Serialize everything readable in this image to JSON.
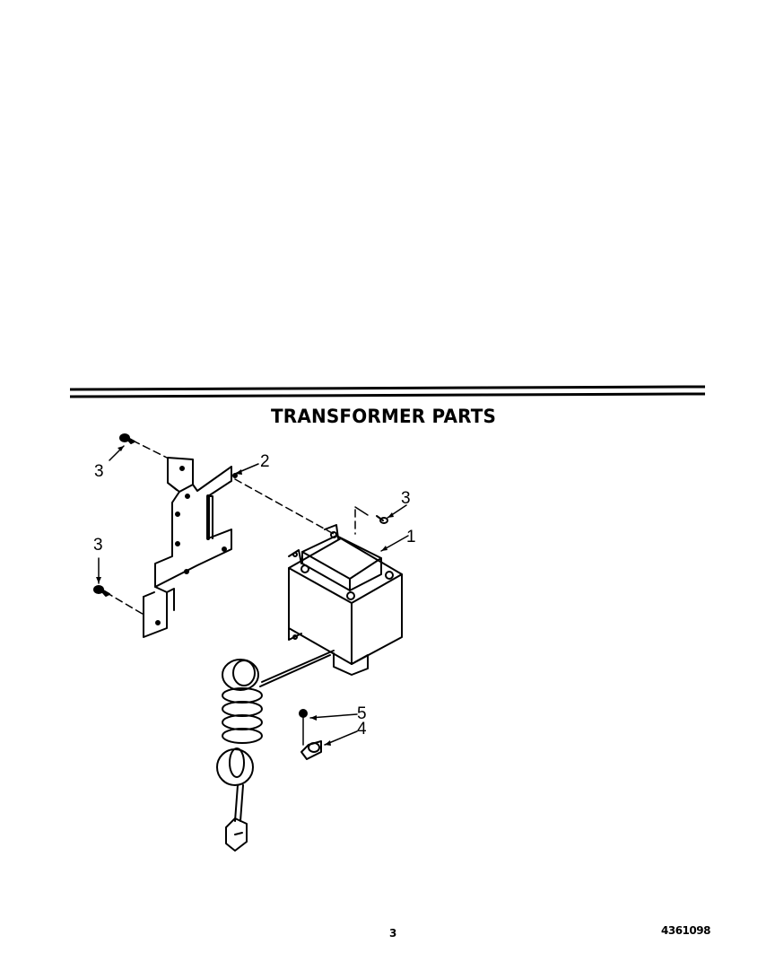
{
  "page": {
    "title": "TRANSFORMER PARTS",
    "page_number": "3",
    "document_code": "4361098"
  },
  "diagram": {
    "callouts": [
      {
        "id": "c3a",
        "label": "3",
        "part": "screw (bracket top)"
      },
      {
        "id": "c2",
        "label": "2",
        "part": "mounting bracket"
      },
      {
        "id": "c3b",
        "label": "3",
        "part": "screw (transformer)"
      },
      {
        "id": "c1",
        "label": "1",
        "part": "transformer"
      },
      {
        "id": "c3c",
        "label": "3",
        "part": "screw (bracket bottom)"
      },
      {
        "id": "c5",
        "label": "5",
        "part": "screw (clamp)"
      },
      {
        "id": "c4",
        "label": "4",
        "part": "wire clamp"
      }
    ]
  }
}
